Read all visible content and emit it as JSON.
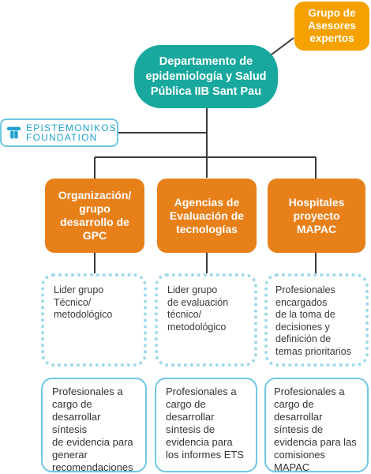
{
  "colors": {
    "orange": "#e8801a",
    "gold": "#f5a100",
    "teal": "#18a89e",
    "dotted_border": "#9ed9ea",
    "solid_border": "#6ec7e3",
    "logo_blue": "#1fa2cf",
    "connector": "#3a3a3a"
  },
  "advisors": {
    "label": "Grupo de\nAsesores\nexpertos"
  },
  "department": {
    "label": "Departamento de\nepidemiología y Salud\nPública IIB Sant Pau"
  },
  "logo": {
    "line1": "EPISTEMONIKOS",
    "line2": "FOUNDATION",
    "icon": "epistemonikos-logo-icon"
  },
  "branches": [
    {
      "title": "Organización/\ngrupo\ndesarrollo de\nGPC",
      "leader": "Lider grupo\nTécnico/\nmetodológico",
      "professionals": "Profesionales a\ncargo de\ndesarrollar síntesis\nde evidencia para\ngenerar\nrecomendaciones"
    },
    {
      "title": "Agencias de\nEvaluación de\ntecnologías",
      "leader": "Lider grupo\nde evaluación\ntécnico/\nmetodológico",
      "professionals": "Profesionales a\ncargo de\ndesarrollar\nsíntesis de\nevidencia para\nlos informes ETS"
    },
    {
      "title": "Hospitales\nproyecto\nMAPAC",
      "leader": "Profesionales\nencargados\nde la toma de\ndecisiones y\ndefinición de\ntemas prioritarios",
      "professionals": "Profesionales a\ncargo de\ndesarrollar\nsíntesis de\nevidencia para las\ncomisiones\nMAPAC"
    }
  ]
}
